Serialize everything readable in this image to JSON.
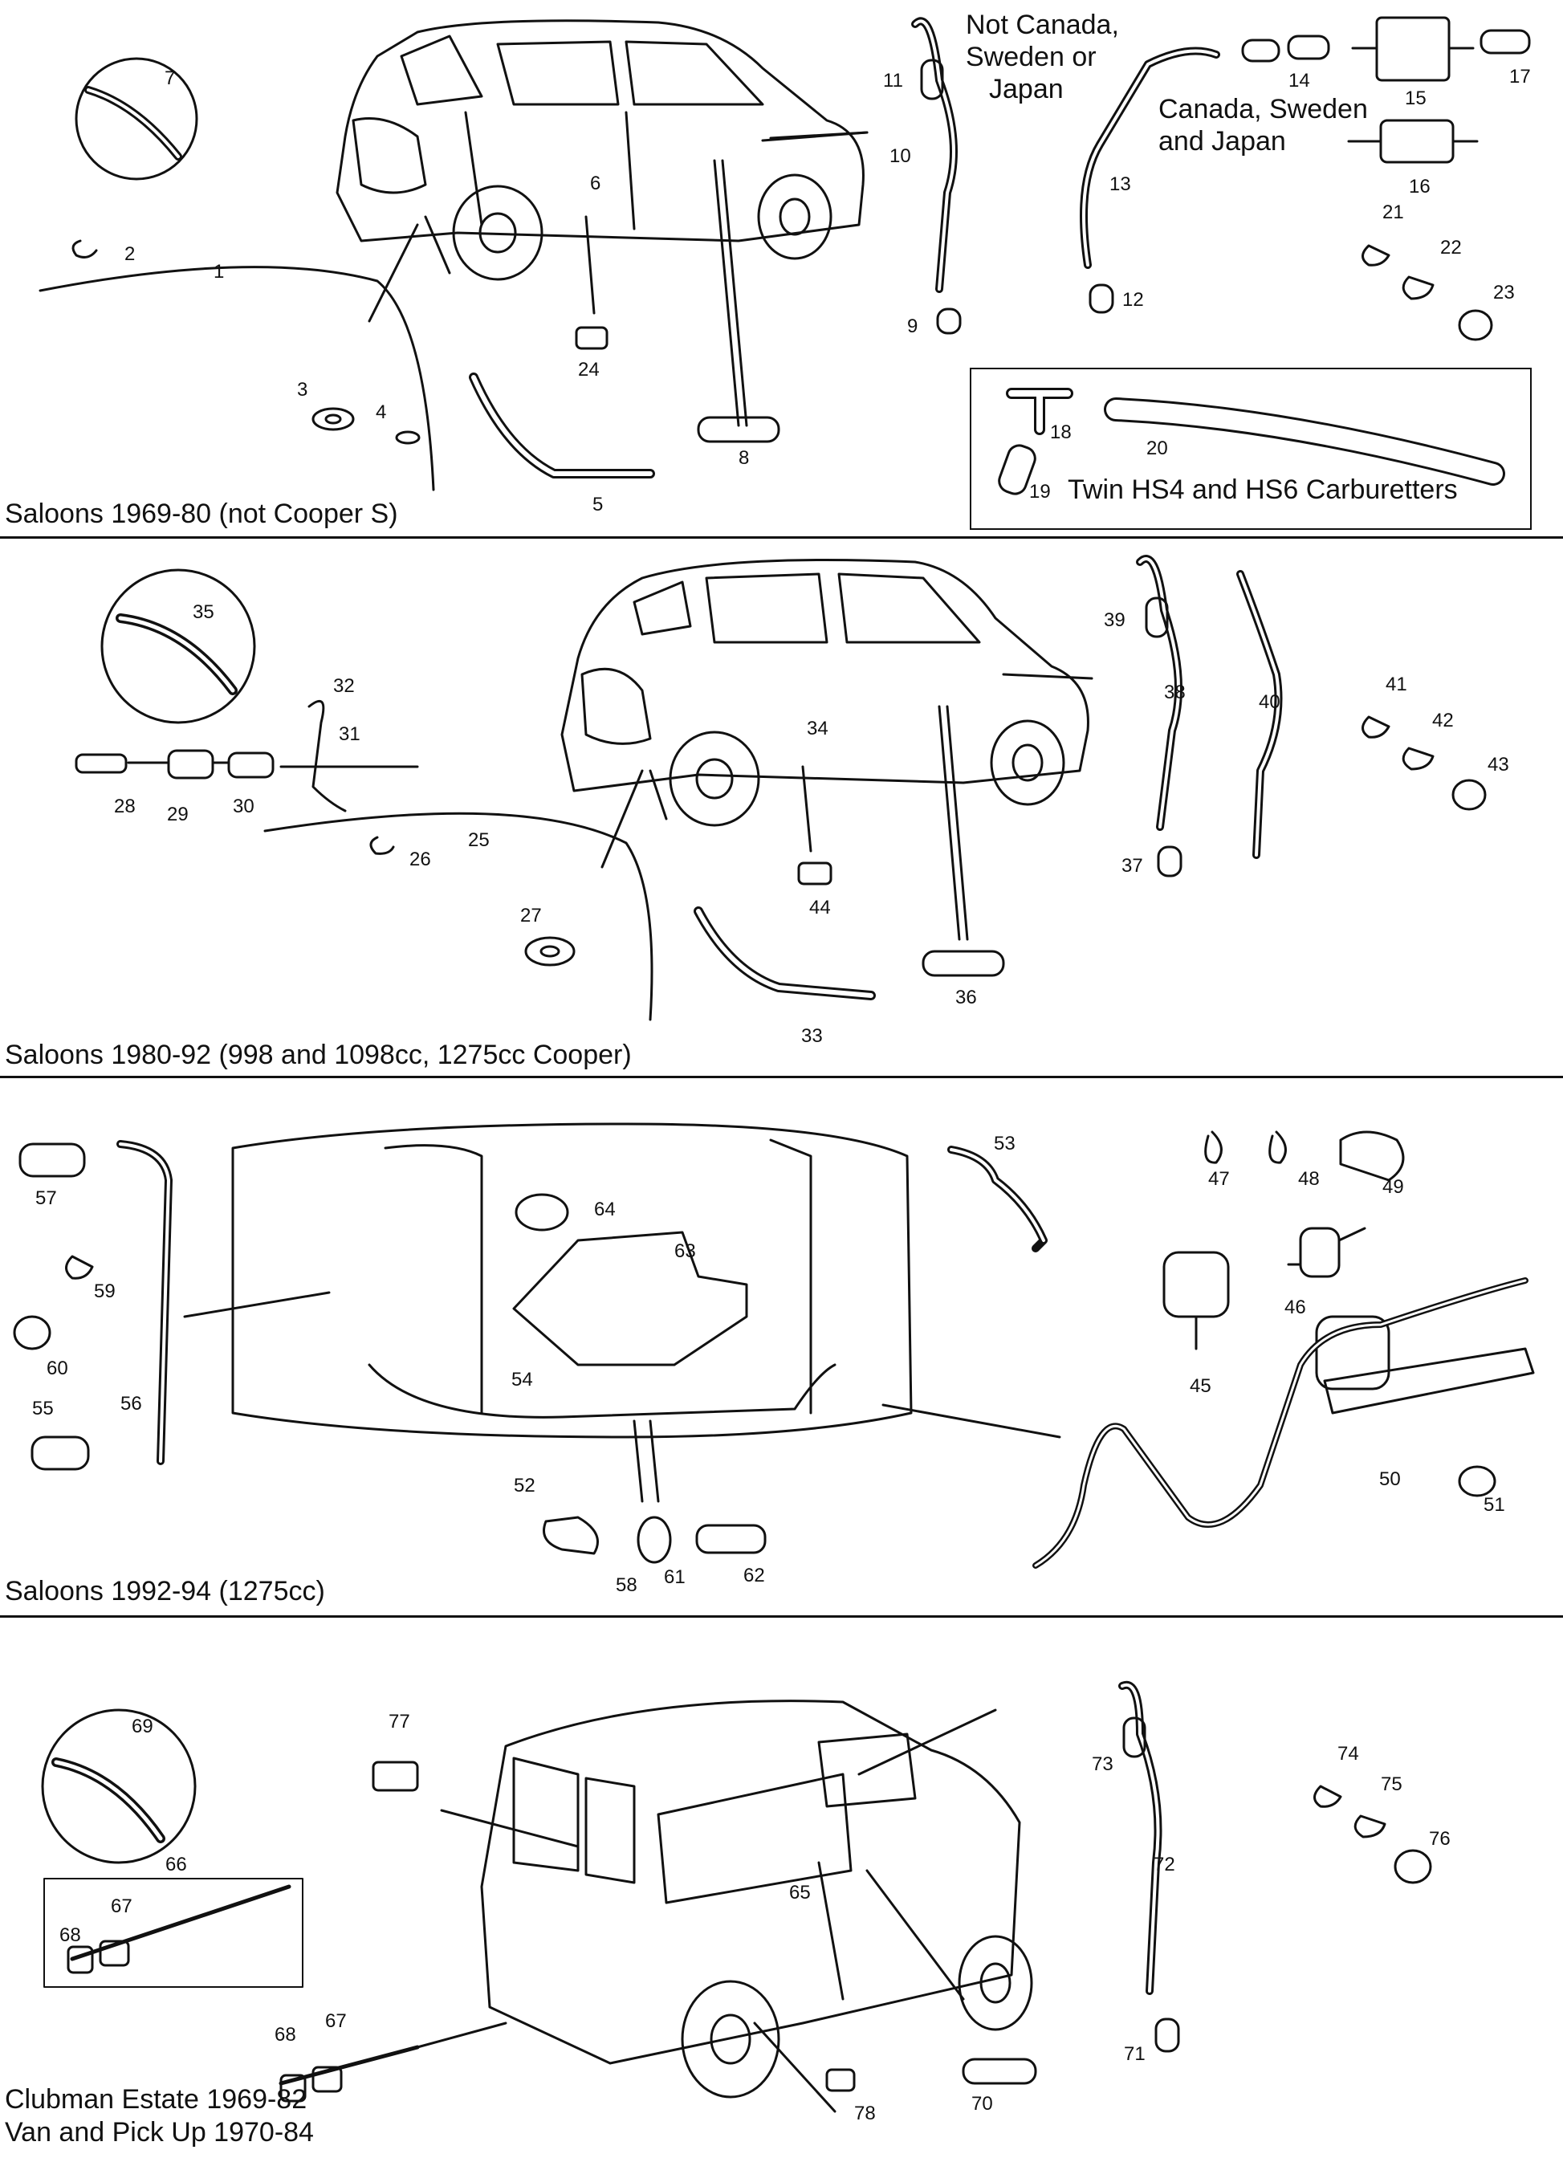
{
  "sections": {
    "s1": {
      "caption": "Saloons 1969-80 (not Cooper S)"
    },
    "s2": {
      "caption": "Saloons 1980-92 (998 and 1098cc, 1275cc Cooper)"
    },
    "s3": {
      "caption": "Saloons 1992-94 (1275cc)"
    },
    "s4": {
      "caption_line1": "Clubman Estate 1969-82",
      "caption_line2": "Van and Pick Up 1970-84"
    }
  },
  "notes": {
    "not_canada_1": "Not Canada,",
    "not_canada_2": "Sweden or",
    "not_canada_3": "Japan",
    "canada_1": "Canada, Sweden",
    "canada_2": "and Japan",
    "twin": "Twin HS4 and HS6 Carburetters"
  },
  "callouts": [
    "1",
    "2",
    "3",
    "4",
    "5",
    "6",
    "7",
    "8",
    "9",
    "10",
    "11",
    "12",
    "13",
    "14",
    "15",
    "16",
    "17",
    "18",
    "19",
    "20",
    "21",
    "22",
    "23",
    "24",
    "25",
    "26",
    "27",
    "28",
    "29",
    "30",
    "31",
    "32",
    "33",
    "34",
    "35",
    "36",
    "37",
    "38",
    "39",
    "40",
    "41",
    "42",
    "43",
    "44",
    "45",
    "46",
    "47",
    "48",
    "49",
    "50",
    "51",
    "52",
    "53",
    "54",
    "55",
    "56",
    "57",
    "58",
    "59",
    "60",
    "61",
    "62",
    "63",
    "64",
    "65",
    "66",
    "67",
    "68",
    "69",
    "70",
    "71",
    "72",
    "73",
    "74",
    "75",
    "76",
    "77",
    "78"
  ]
}
